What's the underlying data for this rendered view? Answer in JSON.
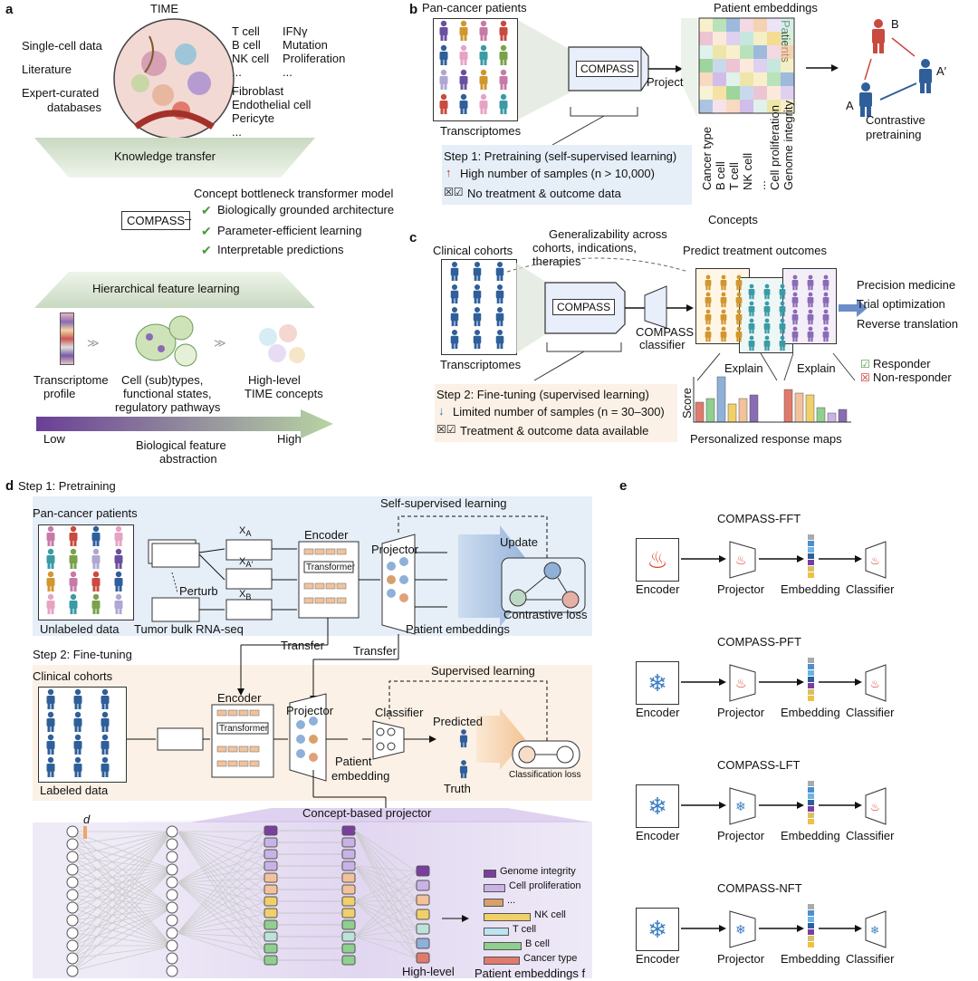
{
  "panel_a": {
    "letter": "a",
    "time_title": "TIME",
    "sources": [
      "Single-cell data",
      "Literature",
      "Expert-curated",
      "databases"
    ],
    "cells_col1": [
      "T cell",
      "B cell",
      "NK cell",
      "..."
    ],
    "cells_col2": [
      "IFNγ",
      "Mutation",
      "Proliferation",
      "..."
    ],
    "cells_col3": [
      "Fibroblast",
      "Endothelial cell",
      "Pericyte",
      "..."
    ],
    "knowledge_transfer": "Knowledge transfer",
    "model_title": "Concept bottleneck transformer model",
    "compass": "COMPASS",
    "features": [
      "Biologically grounded architecture",
      "Parameter-efficient learning",
      "Interpretable predictions"
    ],
    "hierarchical": "Hierarchical feature learning",
    "levels": [
      "Transcriptome",
      "profile"
    ],
    "levels2": [
      "Cell (sub)types,",
      "functional states,",
      "regulatory pathways"
    ],
    "levels3": [
      "High-level",
      "TIME concepts"
    ],
    "low": "Low",
    "high": "High",
    "abstraction": [
      "Biological feature",
      "abstraction"
    ]
  },
  "panel_b": {
    "letter": "b",
    "pan_cancer": "Pan-cancer patients",
    "transcriptomes": "Transcriptomes",
    "compass": "COMPASS",
    "project": "Project",
    "patient_embeddings": "Patient embeddings",
    "patients": "Patients",
    "step1": "Step 1: Pretraining (self-supervised learning)",
    "high_samples": "High number of samples (n > 10,000)",
    "no_treatment": "No treatment & outcome data",
    "concepts_labels": [
      "Cancer type",
      "B cell",
      "T cell",
      "NK cell",
      "...",
      "Cell proliferation",
      "Genome integrity"
    ],
    "concepts": "Concepts",
    "contrastive": [
      "Contrastive",
      "pretraining"
    ],
    "node_b": "B",
    "node_a": "A",
    "node_a2": "A′"
  },
  "panel_c": {
    "letter": "c",
    "clinical": "Clinical cohorts",
    "transcriptomes": "Transcriptomes",
    "general": [
      "Generalizability across",
      "cohorts, indications,",
      "therapies"
    ],
    "compass": "COMPASS",
    "classifier": [
      "COMPASS",
      "classifier"
    ],
    "predict": "Predict treatment outcomes",
    "outcomes": [
      "Precision medicine",
      "Trial optimization",
      "Reverse translation"
    ],
    "explain": "Explain",
    "responder": "Responder",
    "non_responder": "Non-responder",
    "score": "Score",
    "response_maps": "Personalized response maps",
    "step2": "Step 2: Fine-tuning (supervised learning)",
    "limited": "Limited number of samples (n = 30–300)",
    "available": "Treatment & outcome data available"
  },
  "panel_d": {
    "letter": "d",
    "step1": "Step 1: Pretraining",
    "ssl": "Self-supervised learning",
    "pan_cancer": "Pan-cancer patients",
    "unlabeled": "Unlabeled data",
    "bulk": "Tumor bulk RNA-seq",
    "perturb": "Perturb",
    "xa": "X",
    "encoder": "Encoder",
    "transformer": "Transformer",
    "projector": "Projector",
    "update": "Update",
    "patient_embeddings": "Patient embeddings",
    "contrastive_loss": "Contrastive loss",
    "transfer": "Transfer",
    "step2": "Step 2: Fine-tuning",
    "supervised": "Supervised learning",
    "clinical": "Clinical cohorts",
    "labeled": "Labeled data",
    "classifier": "Classifier",
    "predicted": "Predicted",
    "truth": "Truth",
    "patient_embedding": [
      "Patient",
      "embedding"
    ],
    "classification_loss": "Classification loss",
    "concept_projector": "Concept-based projector",
    "d_label": "d",
    "high_level": "High-level",
    "embeddings_f": "Patient embeddings f",
    "concept_list": [
      "Genome integrity",
      "Cell proliferation",
      "...",
      "NK cell",
      "T cell",
      "B cell",
      "Cancer type"
    ]
  },
  "panel_e": {
    "letter": "e",
    "variants": [
      {
        "title": "COMPASS-FFT",
        "enc": "fire",
        "proj": "fire",
        "cls": "fire"
      },
      {
        "title": "COMPASS-PFT",
        "enc": "snow",
        "proj": "fire",
        "cls": "fire"
      },
      {
        "title": "COMPASS-LFT",
        "enc": "snow",
        "proj": "snow",
        "cls": "fire"
      },
      {
        "title": "COMPASS-NFT",
        "enc": "snow",
        "proj": "snow",
        "cls": "snow"
      }
    ],
    "labels": [
      "Encoder",
      "Projector",
      "Embedding",
      "Classifier"
    ]
  },
  "colors": {
    "fire": "#d9412b",
    "snow": "#3d7fc0",
    "blue_band": "#e6eef7",
    "peach_band": "#fbf1e6",
    "purple_band": "#eeeaf6",
    "green_grad": "#9cbf8f",
    "purple_grad": "#6a3f97"
  }
}
